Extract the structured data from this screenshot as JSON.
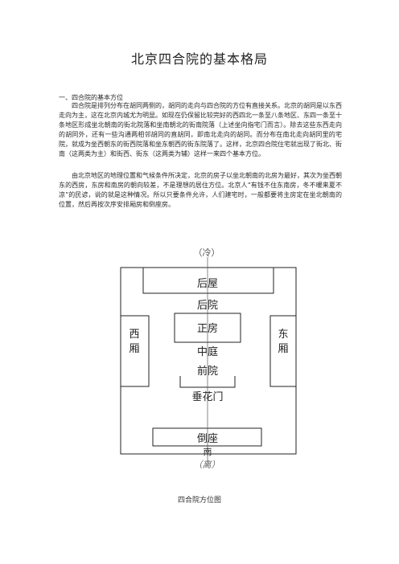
{
  "document": {
    "title": "北京四合院的基本格局",
    "section_heading": "一、四合院的基本方位",
    "paragraph_1": "四合院是排列分布在胡同两侧的，胡同的走向与四合院的方位有直接关系。北京的胡同是以东西走向为主，这在北京内城尤为明显。如现在仍保留比较完好的西四北一条至八条地区、东四一条至十条地区形成坐北朝南的街北院落和坐南朝北的街南院落（上述坐向指宅门而言）。除去这些东西走向的胡同外，还有一些沟通两相邻胡同的直胡同，即南北走向的胡同。而分布在南北走向胡同里的宅院，就成为坐西朝东的街西院落和坐东朝西的街东院落了。这样，北京四合院住宅就出现了街北、街南（这两类为主）和街西、街东（这两类为辅）这样一来四个基本方位。",
    "paragraph_2": "由北京地区的地理位置和气候条件所决定，北京的房子以坐北朝南的北房为最好，其次为坐西朝东的西房，东房和南房的朝向较差，不是理想的居住方位。北京人“有钱不住东南房，冬不暖来夏不凉”的民谚，说的就是这种情况。所以只要条件允许，人们建宅时，一般都要将主房定在坐北朝南的位置，然后再按次序安排厢房和倒座房。"
  },
  "diagram": {
    "north_label": "（冷）",
    "rooms": {
      "back_house": "后屋",
      "back_court": "后院",
      "main_house": "正房",
      "west_wing": "西\n厢",
      "east_wing": "东\n厢",
      "central_court": "中庭",
      "front_court": "前院",
      "hanging_flower_gate": "垂花门",
      "daozuo": "倒座",
      "south": "南"
    },
    "south_label": "（离）",
    "caption": "四合院方位图"
  }
}
